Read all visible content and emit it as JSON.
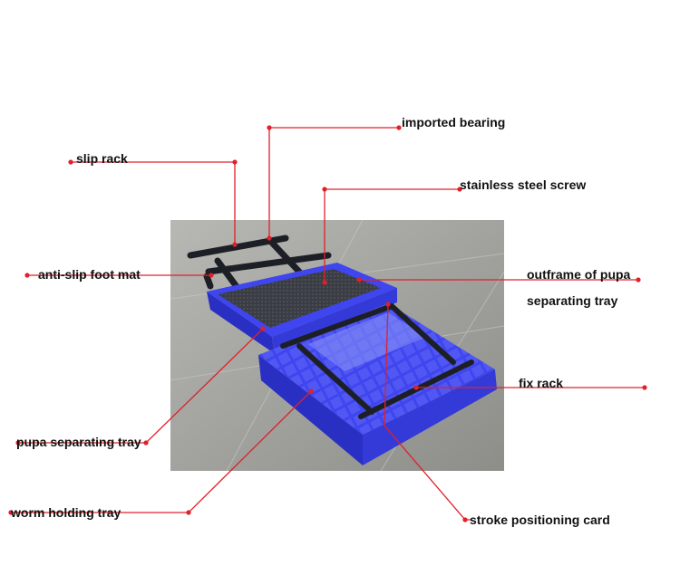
{
  "colors": {
    "leader": "#e0202a",
    "tray": "#3f45ef",
    "tray_dark": "#2a2fc4",
    "rack": "#1c2026",
    "floor": "#9fa09b"
  },
  "labels": {
    "imported_bearing": "imported bearing",
    "slip_rack": "slip rack",
    "stainless_steel_screw": "stainless steel screw",
    "anti_slip_foot_mat": "anti-slip foot mat",
    "outframe_line1": "outframe of pupa",
    "outframe_line2": "separating tray",
    "fix_rack": "fix rack",
    "pupa_separating_tray": "pupa separating tray",
    "worm_holding_tray": "worm holding tray",
    "stroke_positioning_card": "stroke positioning card"
  }
}
